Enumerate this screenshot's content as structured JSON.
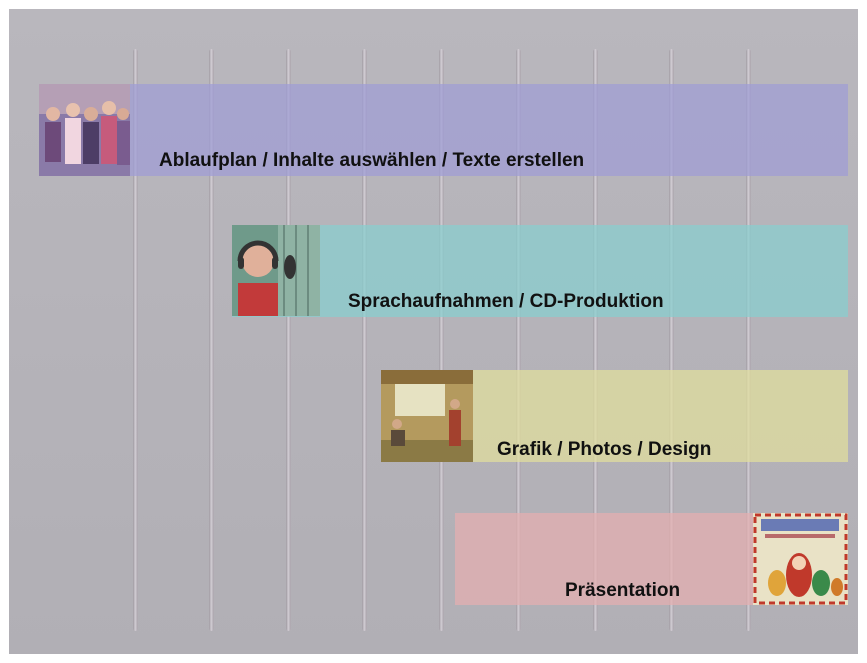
{
  "slide": {
    "phases": [
      {
        "label": "Ablaufplan / Inhalte auswählen / Texte erstellen",
        "color": "#a7a3d6",
        "photo": "group-singers-photo"
      },
      {
        "label": "Sprachaufnahmen / CD-Produktion",
        "color": "#8ed0cf",
        "photo": "recording-studio-photo"
      },
      {
        "label": "Grafik / Photos / Design",
        "color": "#e3e0a0",
        "photo": "stage-presentation-photo"
      },
      {
        "label": "Präsentation",
        "color": "#e6b1b3",
        "photo": "matryoshka-poster-image"
      }
    ]
  }
}
